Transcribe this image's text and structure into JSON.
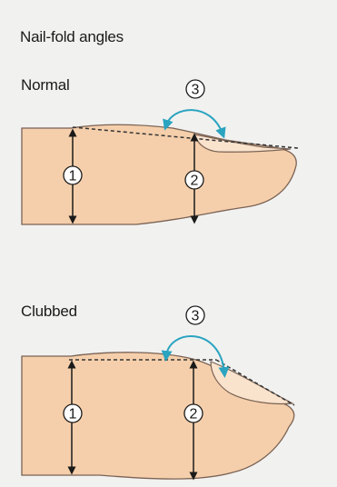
{
  "title": "Nail-fold angles",
  "panels": [
    {
      "label": "Normal",
      "markers": [
        "1",
        "2",
        "3"
      ]
    },
    {
      "label": "Clubbed",
      "markers": [
        "1",
        "2",
        "3"
      ]
    }
  ],
  "colors": {
    "background": "#f1f1f0",
    "skin": "#f5cfab",
    "outline": "#7a6254",
    "nail": "#fae3cd",
    "arrow": "#2aa4c0",
    "text": "#1a1a1a"
  }
}
